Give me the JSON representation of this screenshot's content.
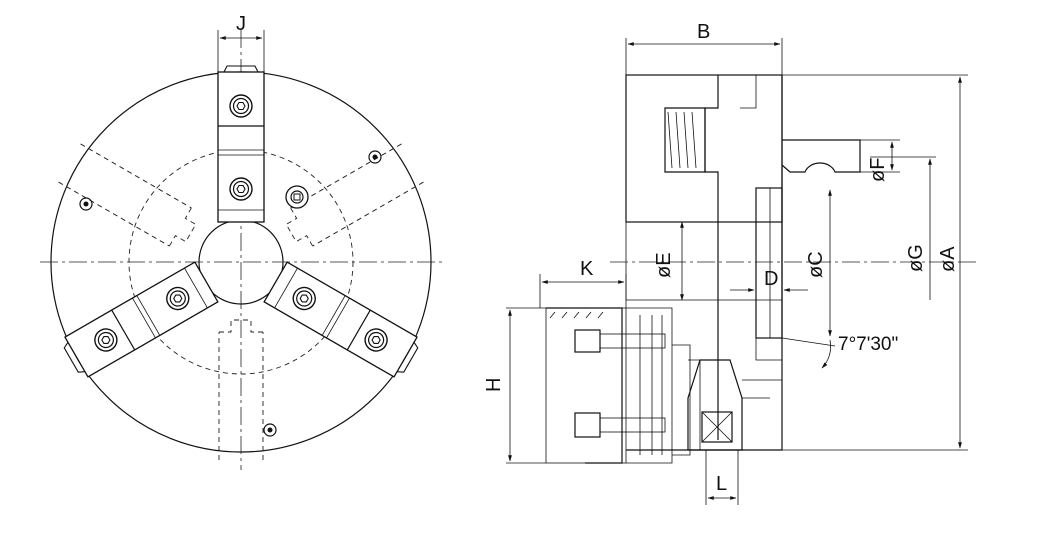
{
  "labels": {
    "J": "J",
    "B": "B",
    "K": "K",
    "H": "H",
    "L": "L",
    "D": "D",
    "phiA": "øA",
    "phiC": "øC",
    "phiE": "øE",
    "phiF": "øF",
    "phiG": "øG",
    "taper_angle": "7°7'30\""
  }
}
